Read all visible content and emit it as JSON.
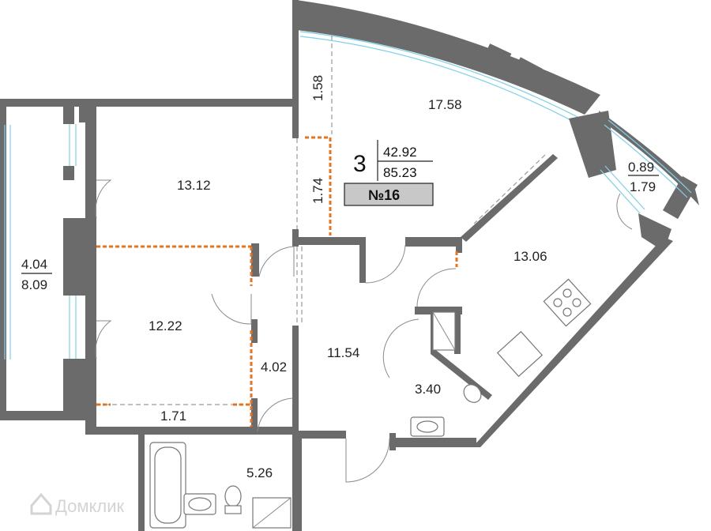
{
  "apartment": {
    "rooms": "3",
    "living_area": "42.92",
    "total_area": "85.23",
    "number": "№16"
  },
  "areas": {
    "living_big": "17.58",
    "bedroom_left": "13.12",
    "bedroom_mid": "12.22",
    "kitchen": "13.06",
    "hall": "11.54",
    "bath_small": "3.40",
    "bathroom": "5.26",
    "corridor": "4.02",
    "wardrobe": "1.71",
    "niche_top": "1.58",
    "niche_mid": "1.74",
    "balcony_left_top": "4.04",
    "balcony_left_bottom": "8.09",
    "balcony_right_top": "0.89",
    "balcony_right_bottom": "1.79"
  },
  "watermark": {
    "text": "Домклик"
  },
  "colors": {
    "wall": "#6b6b6b",
    "glass": "#7fd0ea",
    "hatch": "#e8731c",
    "tag_bg": "#c8c8c8"
  }
}
